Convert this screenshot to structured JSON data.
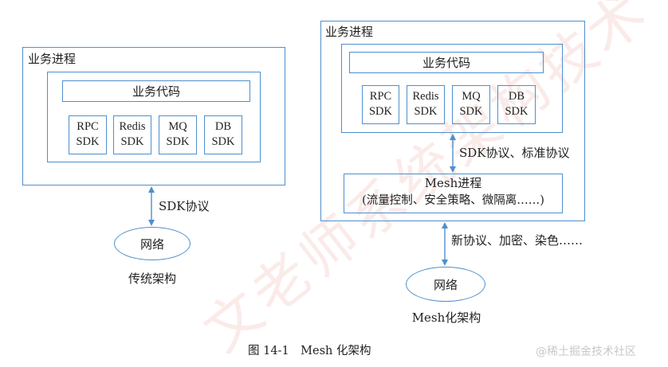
{
  "watermark": {
    "text": "文老师系统架构技术"
  },
  "left": {
    "process_label": "业务进程",
    "business_code": "业务代码",
    "sdks": [
      {
        "line1": "RPC",
        "line2": "SDK"
      },
      {
        "line1": "Redis",
        "line2": "SDK"
      },
      {
        "line1": "MQ",
        "line2": "SDK"
      },
      {
        "line1": "DB",
        "line2": "SDK"
      }
    ],
    "arrow_label": "SDK协议",
    "network": "网络",
    "caption": "传统架构"
  },
  "right": {
    "process_label": "业务进程",
    "business_code": "业务代码",
    "sdks": [
      {
        "line1": "RPC",
        "line2": "SDK"
      },
      {
        "line1": "Redis",
        "line2": "SDK"
      },
      {
        "line1": "MQ",
        "line2": "SDK"
      },
      {
        "line1": "DB",
        "line2": "SDK"
      }
    ],
    "arrow_label_top": "SDK协议、标准协议",
    "mesh_title": "Mesh进程",
    "mesh_desc": "(流量控制、安全策略、微隔离……)",
    "arrow_label_bottom": "新协议、加密、染色……",
    "network": "网络",
    "caption": "Mesh化架构"
  },
  "figure_caption": "图 14-1　Mesh 化架构",
  "credit": "@稀土掘金技术社区",
  "colors": {
    "line": "#4f8fce",
    "text": "#222222"
  }
}
